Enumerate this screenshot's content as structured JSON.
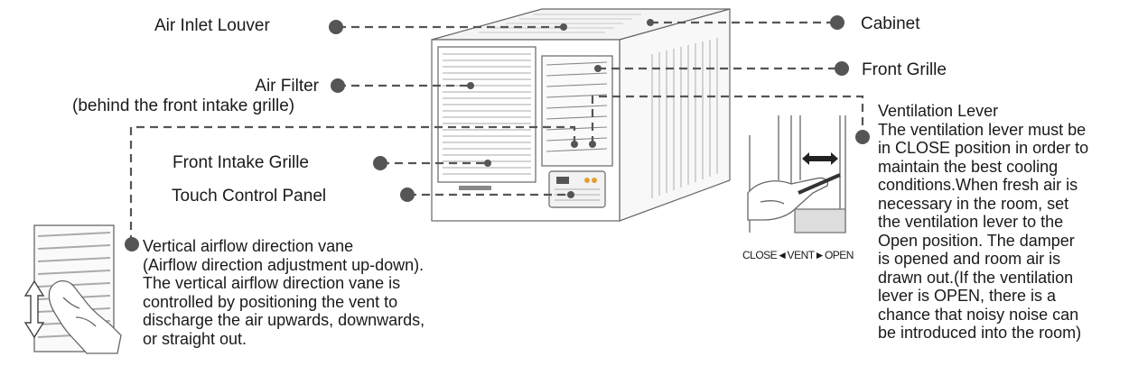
{
  "labels": {
    "air_inlet_louver": "Air Inlet Louver",
    "cabinet": "Cabinet",
    "front_grille": "Front Grille",
    "air_filter": "Air Filter",
    "air_filter_note": "(behind the front intake grille)",
    "front_intake_grille": "Front Intake Grille",
    "touch_control_panel": "Touch Control Panel"
  },
  "vane": {
    "lines": [
      "Vertical airflow direction vane",
      "(Airflow direction adjustment up-down).",
      "The vertical airflow direction vane is",
      "controlled by positioning the vent to",
      "discharge the air upwards, downwards,",
      "or straight out."
    ]
  },
  "ventilation": {
    "lines": [
      "Ventilation Lever",
      "The ventilation lever must be",
      "in CLOSE position in order to",
      "maintain the best cooling",
      "conditions.When fresh air is",
      "necessary in the room, set",
      "the ventilation lever to the",
      "Open position. The damper",
      "is opened and room air is",
      "drawn out.(If the ventilation",
      "lever is OPEN, there is a",
      "chance that noisy noise can",
      "be introduced into the room)"
    ],
    "scale_label": "CLOSE◄VENT►OPEN"
  },
  "colors": {
    "line": "#555555",
    "dot": "#555555",
    "drawing": "#666666"
  }
}
